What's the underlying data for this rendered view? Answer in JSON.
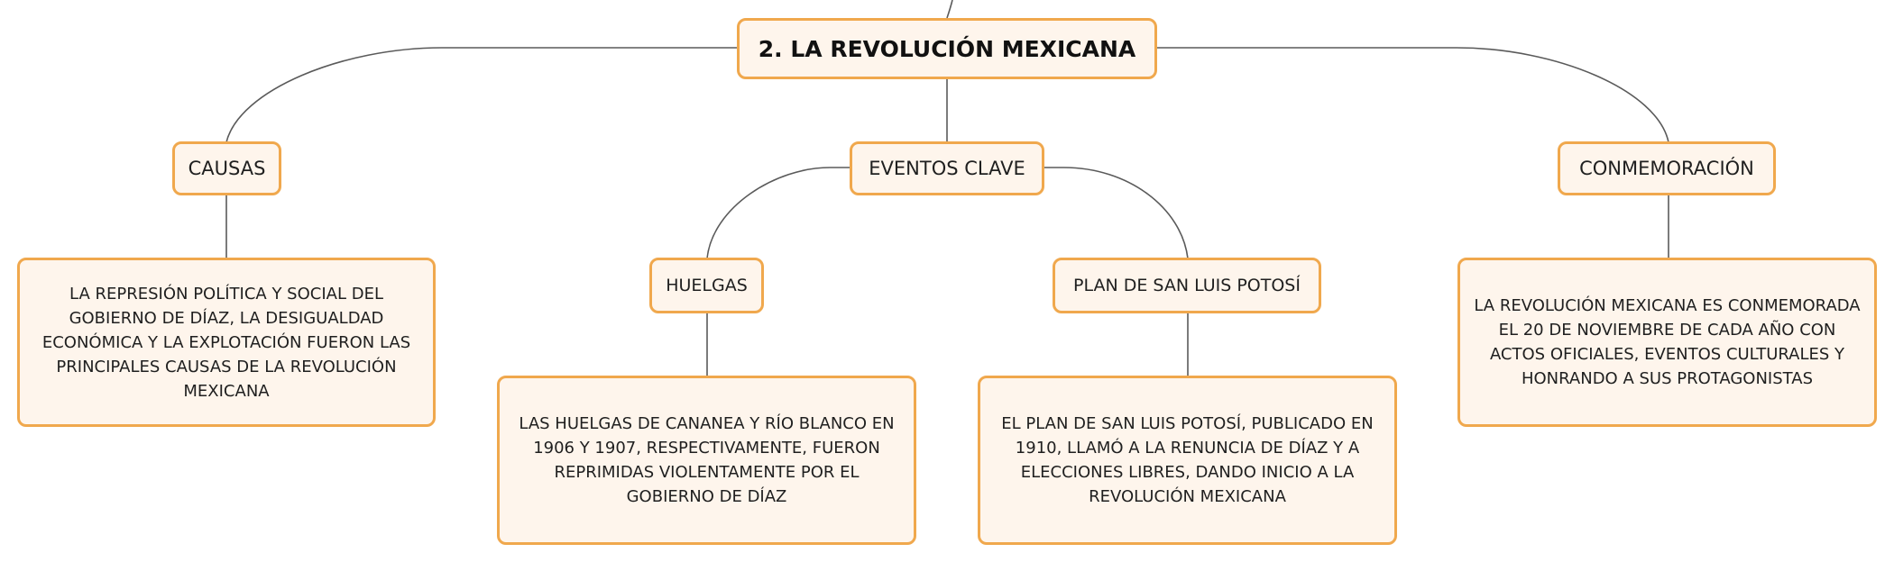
{
  "map": {
    "root": {
      "label": "2. LA REVOLUCIÓN MEXICANA"
    },
    "causas": {
      "label": "CAUSAS",
      "text": "LA REPRESIÓN POLÍTICA Y SOCIAL DEL GOBIERNO DE DÍAZ, LA DESIGUALDAD ECONÓMICA Y LA EXPLOTACIÓN FUERON LAS PRINCIPALES CAUSAS DE LA REVOLUCIÓN MEXICANA"
    },
    "eventos_clave": {
      "label": "EVENTOS CLAVE",
      "huelgas": {
        "label": "HUELGAS",
        "text": "LAS HUELGAS DE CANANEA Y RÍO BLANCO EN 1906 Y 1907, RESPECTIVAMENTE, FUERON REPRIMIDAS VIOLENTAMENTE POR EL GOBIERNO DE DÍAZ"
      },
      "plan": {
        "label": "PLAN DE SAN LUIS POTOSÍ",
        "text": "EL PLAN DE SAN LUIS POTOSÍ, PUBLICADO EN 1910, LLAMÓ A LA RENUNCIA DE DÍAZ Y A ELECCIONES LIBRES, DANDO INICIO A LA REVOLUCIÓN MEXICANA"
      }
    },
    "conmemoracion": {
      "label": "CONMEMORACIÓN",
      "text": "LA REVOLUCIÓN MEXICANA ES CONMEMORADA EL 20 DE NOVIEMBRE DE CADA AÑO CON ACTOS OFICIALES, EVENTOS CULTURALES Y HONRANDO A SUS PROTAGONISTAS"
    }
  },
  "colors": {
    "node_fill": "#fef5ec",
    "node_border": "#f0a84d",
    "connector": "#5a5a5a"
  }
}
